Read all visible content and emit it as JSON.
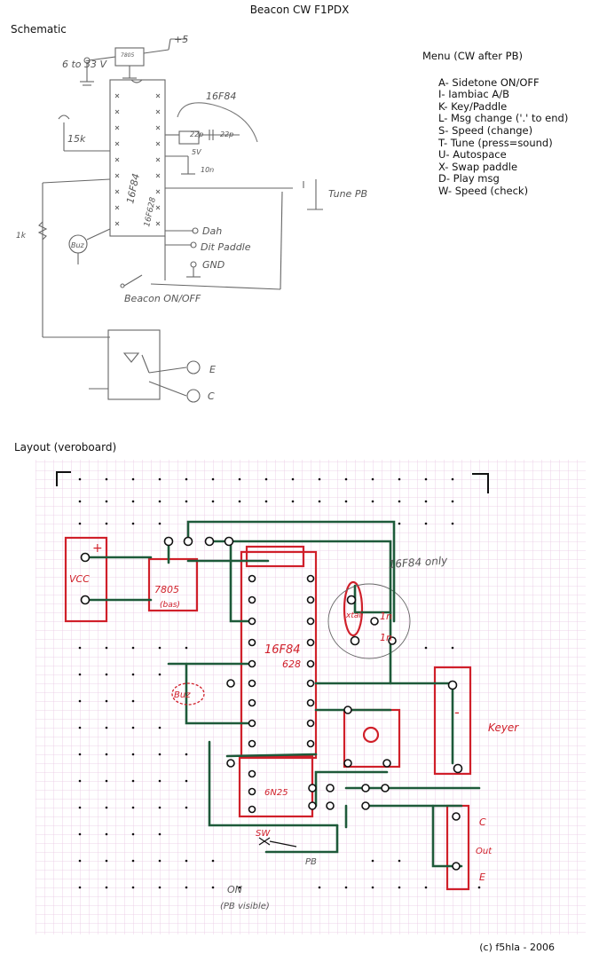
{
  "title": "Beacon CW F1PDX",
  "schematic": {
    "heading": "Schematic",
    "labels": {
      "vin": "6 to 33 V",
      "reg": "7805",
      "vcc": "+5",
      "chip_note": "16F84",
      "resistor": "15k",
      "chip_side": "16F84",
      "chip_part": "16F628",
      "cap1": "22p",
      "cap2": "22p",
      "cap3": "10n",
      "supply": "5V",
      "tune": "Tune PB",
      "r1k": "1k",
      "buzzer": "Buz",
      "dash": "Dah",
      "dit": "Dit Paddle",
      "gnd": "GND",
      "beacon": "Beacon ON/OFF",
      "e": "E",
      "c": "C"
    }
  },
  "menu": {
    "title": "Menu (CW after PB)",
    "items": [
      "A- Sidetone ON/OFF",
      "I- Iambiac A/B",
      "K- Key/Paddle",
      "L- Msg change ('.' to end)",
      "S- Speed (change)",
      "T- Tune (press=sound)",
      "U- Autospace",
      "X- Swap paddle",
      "D- Play msg",
      "W- Speed (check)"
    ]
  },
  "layout": {
    "heading": "Layout (veroboard)",
    "labels": {
      "vcc": "VCC",
      "plus": "+",
      "reg": "7805",
      "reg_sub": "(bas)",
      "chip": "16F84",
      "chip2": "628",
      "only": "16F84 only",
      "xtal": "xtal",
      "c1": "1n",
      "c2": "1n",
      "buz": "Buz",
      "opto": "6N25",
      "keyer": "Keyer",
      "dash": "-",
      "sw": "SW",
      "pb": "PB",
      "c": "C",
      "out": "Out",
      "e": "E",
      "on": "ON",
      "pb_visible": "(PB visible)"
    }
  },
  "copyright": "(c) f5hla - 2006",
  "colors": {
    "ink": "#555555",
    "red": "#d0202a",
    "green": "#1e5a3a",
    "grid": "#e9c7e3"
  }
}
